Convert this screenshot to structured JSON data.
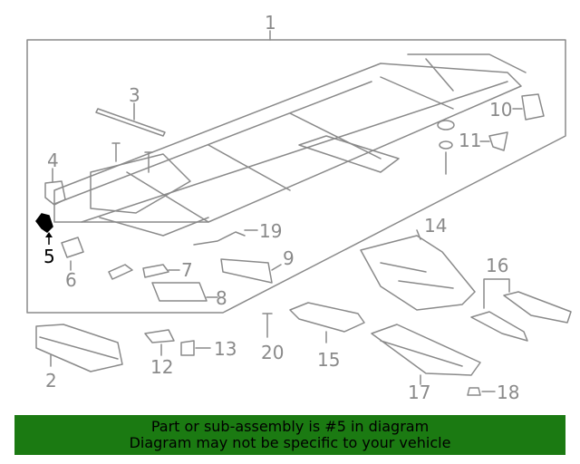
{
  "diagram": {
    "callouts": [
      {
        "id": "1",
        "label": "1"
      },
      {
        "id": "2",
        "label": "2"
      },
      {
        "id": "3",
        "label": "3"
      },
      {
        "id": "4",
        "label": "4"
      },
      {
        "id": "5",
        "label": "5",
        "highlighted": true
      },
      {
        "id": "6",
        "label": "6"
      },
      {
        "id": "7",
        "label": "7"
      },
      {
        "id": "8",
        "label": "8"
      },
      {
        "id": "9",
        "label": "9"
      },
      {
        "id": "10",
        "label": "10"
      },
      {
        "id": "11",
        "label": "11"
      },
      {
        "id": "12",
        "label": "12"
      },
      {
        "id": "13",
        "label": "13"
      },
      {
        "id": "14",
        "label": "14"
      },
      {
        "id": "15",
        "label": "15"
      },
      {
        "id": "16",
        "label": "16"
      },
      {
        "id": "17",
        "label": "17"
      },
      {
        "id": "18",
        "label": "18"
      },
      {
        "id": "19",
        "label": "19"
      },
      {
        "id": "20",
        "label": "20"
      }
    ],
    "colors": {
      "line": "#8a8a8a",
      "label": "#8a8a8a",
      "highlight": "#000000"
    }
  },
  "banner": {
    "line1": "Part or sub-assembly is #5 in diagram",
    "line2": "Diagram may not be specific to your vehicle",
    "color": "#1b7a12"
  }
}
